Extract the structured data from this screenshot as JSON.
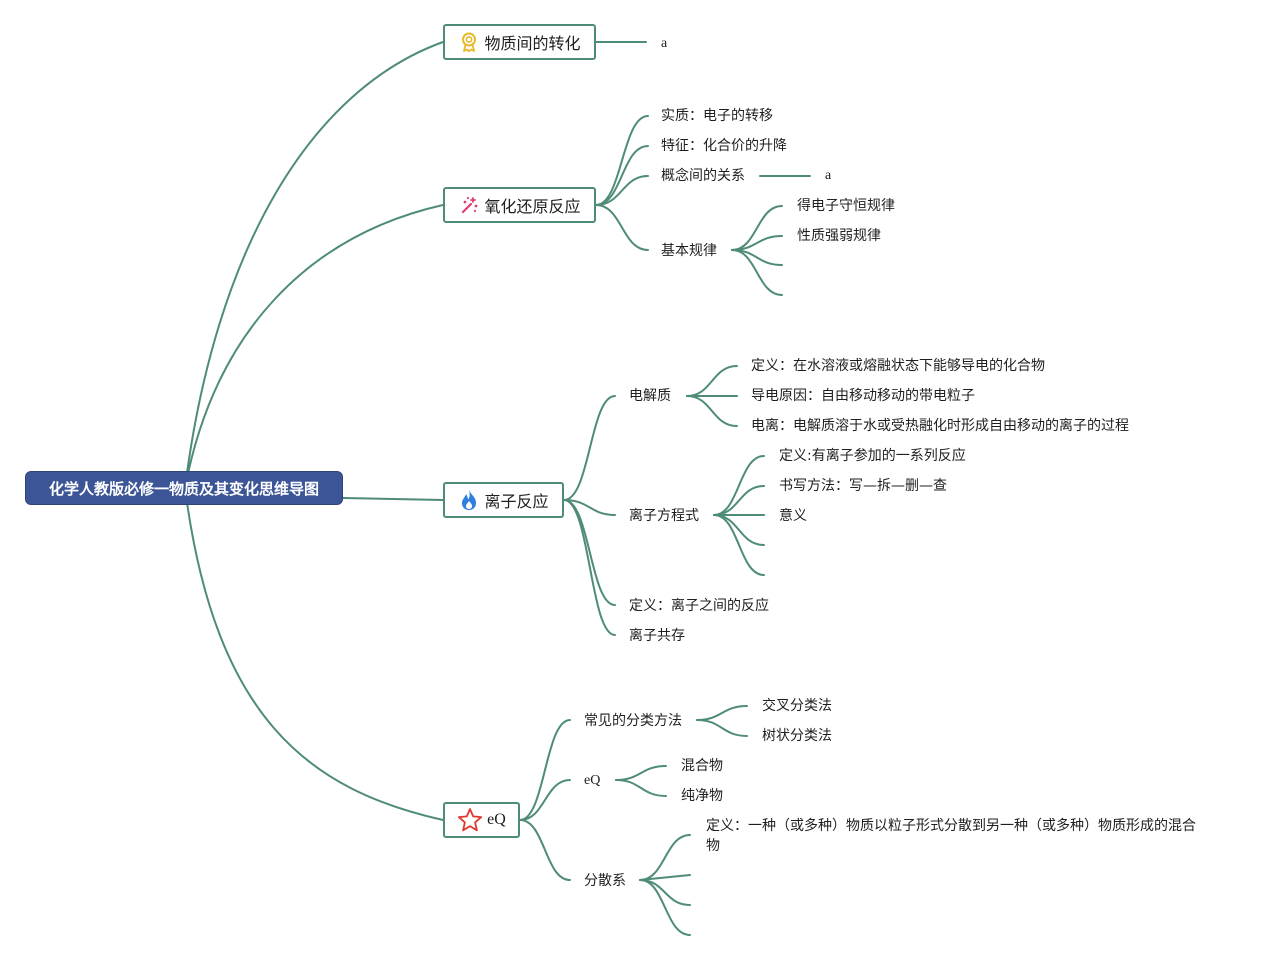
{
  "map": {
    "root": "化学人教版必修一物质及其变化思维导图",
    "branches": [
      {
        "label": "物质间的转化",
        "icon": "award-ribbon-icon",
        "children": [
          {
            "label": "a"
          }
        ]
      },
      {
        "label": "氧化还原反应",
        "icon": "magic-wand-icon",
        "children": [
          {
            "label": "实质：电子的转移"
          },
          {
            "label": "特征：化合价的升降"
          },
          {
            "label": "概念间的关系",
            "children": [
              {
                "label": "a"
              }
            ]
          },
          {
            "label": "基本规律",
            "children": [
              {
                "label": "得电子守恒规律"
              },
              {
                "label": "性质强弱规律"
              },
              {
                "label": ""
              },
              {
                "label": ""
              }
            ]
          }
        ]
      },
      {
        "label": "离子反应",
        "icon": "flame-icon",
        "children": [
          {
            "label": "电解质",
            "children": [
              {
                "label": "定义：在水溶液或熔融状态下能够导电的化合物"
              },
              {
                "label": "导电原因：自由移动移动的带电粒子"
              },
              {
                "label": "电离：电解质溶于水或受热融化时形成自由移动的离子的过程"
              }
            ]
          },
          {
            "label": "离子方程式",
            "children": [
              {
                "label": "定义:有离子参加的一系列反应"
              },
              {
                "label": "书写方法：写—拆—删—查"
              },
              {
                "label": "意义"
              },
              {
                "label": ""
              },
              {
                "label": ""
              }
            ]
          },
          {
            "label": "定义：离子之间的反应"
          },
          {
            "label": "离子共存"
          }
        ]
      },
      {
        "label": "eQ",
        "icon": "star-outline-icon",
        "children": [
          {
            "label": "常见的分类方法",
            "children": [
              {
                "label": "交叉分类法"
              },
              {
                "label": "树状分类法"
              }
            ]
          },
          {
            "label": "eQ",
            "children": [
              {
                "label": "混合物"
              },
              {
                "label": "纯净物"
              }
            ]
          },
          {
            "label": "分散系",
            "children": [
              {
                "label": "定义：一种（或多种）物质以粒子形式分散到另一种（或多种）物质形成的混合物"
              },
              {
                "label": ""
              },
              {
                "label": ""
              },
              {
                "label": ""
              }
            ]
          }
        ]
      }
    ]
  },
  "colors": {
    "root_fill": "#3b5596",
    "connector": "#4e8b79",
    "award_icon": "#e7b92b",
    "wand_icon": "#e0406a",
    "flame_icon": "#2f7fe0",
    "star_icon": "#e0392f"
  }
}
